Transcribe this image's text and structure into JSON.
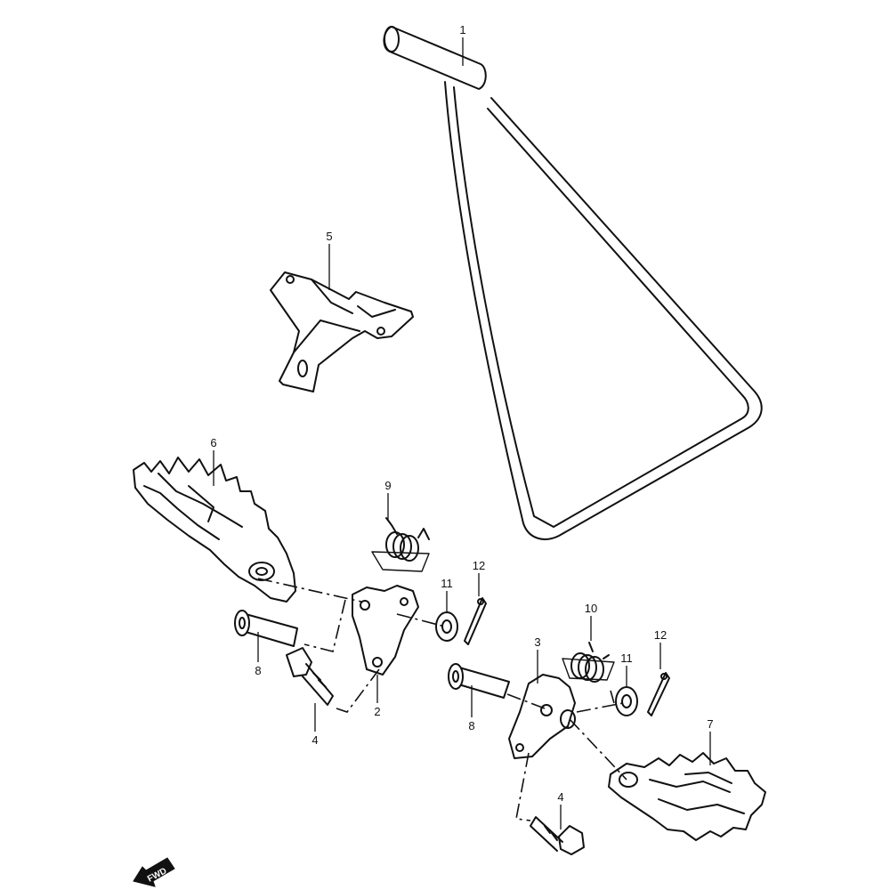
{
  "callouts": {
    "c1": "1",
    "c5": "5",
    "c6": "6",
    "c9": "9",
    "c12a": "12",
    "c11a": "11",
    "c10": "10",
    "c11b": "11",
    "c12b": "12",
    "c3": "3",
    "c8a": "8",
    "c4a": "4",
    "c2": "2",
    "c8b": "8",
    "c7": "7",
    "c4b": "4"
  },
  "fwd_label": "FWD"
}
